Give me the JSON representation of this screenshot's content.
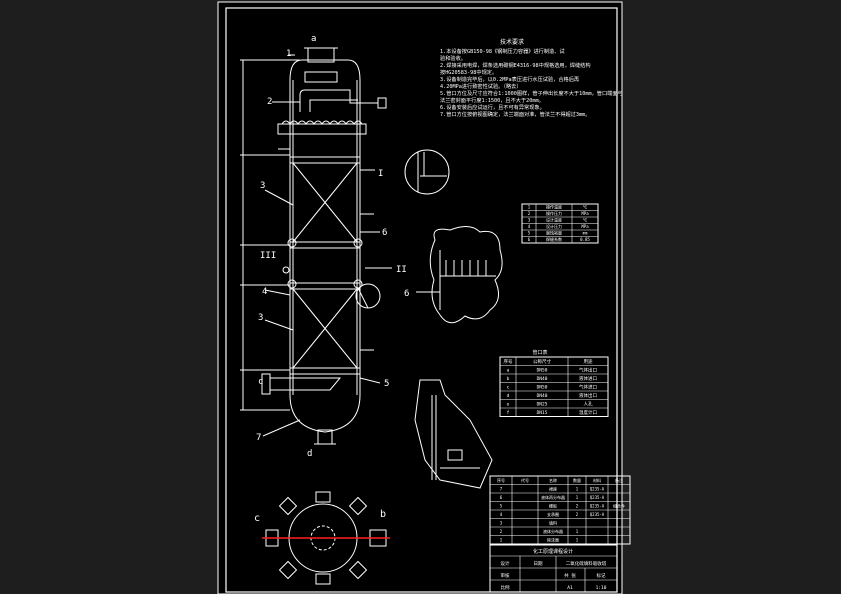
{
  "drawing": {
    "colors": {
      "background": "#1e1e1e",
      "sheet": "#000000",
      "line": "#ffffff",
      "accent": "#ff2020"
    },
    "callouts": {
      "top_nozzle": "a",
      "bottom_nozzle": "d",
      "left_nozzle": "c",
      "part_1": "1",
      "part_2": "2",
      "part_3_top": "3",
      "part_3_bottom": "3",
      "part_4": "4",
      "part_5": "5",
      "part_6": "6",
      "part_7": "7",
      "detail_I": "I",
      "detail_II": "II",
      "detail_III": "III",
      "detail_6": "6",
      "plan_b": "b",
      "plan_c": "c"
    },
    "tech_requirements": {
      "title": "技术要求",
      "lines": [
        "1.本设备按GB150-98《钢制压力容器》进行制造、试",
        "  验和验收。",
        "2.焊接采用电焊，焊条选用碳钢E4316-98中规格选用，焊缝结构",
        "  按HG20583-98中规定。",
        "3.设备制造完毕后，以0.2MPa表压进行水压试验，合格后再",
        "4.20MPa进行致密性试验。（略去）",
        "5.管口方位及尺寸应符合1:1000图样，管子伸出长度不大于10mm，管口端面与",
        "  法兰密封面平行度1:1500，且不大于20mm。",
        "6.设备安装后应试运行，且不可有异常现象。",
        "7.管口方位按俯视图确定，法兰端面对准，管法兰不得超过3mm。"
      ]
    },
    "small_table": {
      "rows": [
        [
          "1",
          "操作温度",
          "℃"
        ],
        [
          "2",
          "操作压力",
          "MPa"
        ],
        [
          "3",
          "设计温度",
          "℃"
        ],
        [
          "4",
          "设计压力",
          "MPa"
        ],
        [
          "5",
          "腐蚀裕量",
          "mm"
        ],
        [
          "6",
          "焊缝系数",
          "0.85"
        ]
      ]
    },
    "nozzle_table": {
      "title": "管口表",
      "headers": [
        "序号",
        "公称尺寸",
        "用途"
      ],
      "rows": [
        [
          "a",
          "DN50",
          "气体出口"
        ],
        [
          "b",
          "DN40",
          "液体进口"
        ],
        [
          "c",
          "DN50",
          "气体进口"
        ],
        [
          "d",
          "DN40",
          "液体出口"
        ],
        [
          "e",
          "DN25",
          "人孔"
        ],
        [
          "f",
          "DN15",
          "温度计口"
        ]
      ]
    },
    "parts_table": {
      "headers": [
        "序号",
        "代号",
        "名称",
        "数量",
        "材料",
        "备注"
      ],
      "rows": [
        [
          "7",
          "",
          "裙座",
          "1",
          "Q235-A",
          ""
        ],
        [
          "6",
          "",
          "液体再分布器",
          "1",
          "Q235-A",
          ""
        ],
        [
          "5",
          "",
          "栅板",
          "2",
          "Q235-A",
          "组合件"
        ],
        [
          "4",
          "",
          "支承圈",
          "2",
          "Q235-A",
          ""
        ],
        [
          "3",
          "",
          "填料",
          "",
          "",
          ""
        ],
        [
          "2",
          "",
          "液体分布器",
          "1",
          "",
          ""
        ],
        [
          "1",
          "",
          "除沫器",
          "1",
          "",
          ""
        ]
      ]
    },
    "title_block": {
      "caption": "化工原理课程设计",
      "drawing_name": "二氧化硫填料吸收塔",
      "design_label": "设计",
      "check_label": "审核",
      "date_label": "日期",
      "sheet_label": "共 张",
      "scale_label": "比例",
      "scale_value": "1:10",
      "size_value": "A1",
      "mark_label": "标记"
    }
  }
}
